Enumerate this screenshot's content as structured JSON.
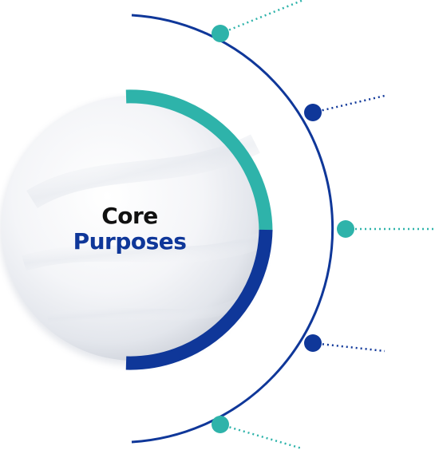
{
  "center": {
    "line1": "Core",
    "line2": "Purposes"
  },
  "colors": {
    "navy": "#0f3799",
    "teal": "#2eb3aa",
    "text_dark": "#111111",
    "text_blue": "#0f3799"
  },
  "nodes": [
    {
      "name": "node-1",
      "color": "teal"
    },
    {
      "name": "node-2",
      "color": "navy"
    },
    {
      "name": "node-3",
      "color": "teal"
    },
    {
      "name": "node-4",
      "color": "navy"
    },
    {
      "name": "node-5",
      "color": "teal"
    }
  ]
}
